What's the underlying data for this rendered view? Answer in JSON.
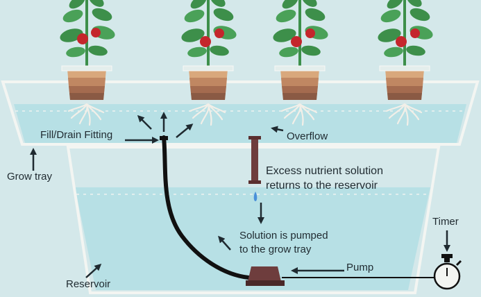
{
  "labels": {
    "fill_drain": "Fill/Drain Fitting",
    "overflow": "Overflow",
    "grow_tray": "Grow tray",
    "excess_line1": "Excess nutrient solution",
    "excess_line2": "returns to the reservoir",
    "pumped_line1": "Solution is pumped",
    "pumped_line2": "to the grow tray",
    "timer": "Timer",
    "pump": "Pump",
    "reservoir": "Reservoir"
  },
  "colors": {
    "background": "#d4e8ea",
    "water": "#b7e0e5",
    "tank_outline": "#f3f5f2",
    "leaf": "#3d8f4a",
    "pepper": "#c4262c",
    "pot": "#d9a87c",
    "soil_dark": "#8a5a44",
    "pump": "#6e3d3d",
    "hose": "#111111",
    "drip": "#4a90d9",
    "text": "#1f2a30"
  },
  "icons": [
    "plant-icon",
    "pepper-icon",
    "roots-icon",
    "arrow-icon",
    "pump-icon",
    "timer-icon",
    "water-drop-icon",
    "overflow-pipe-icon"
  ]
}
